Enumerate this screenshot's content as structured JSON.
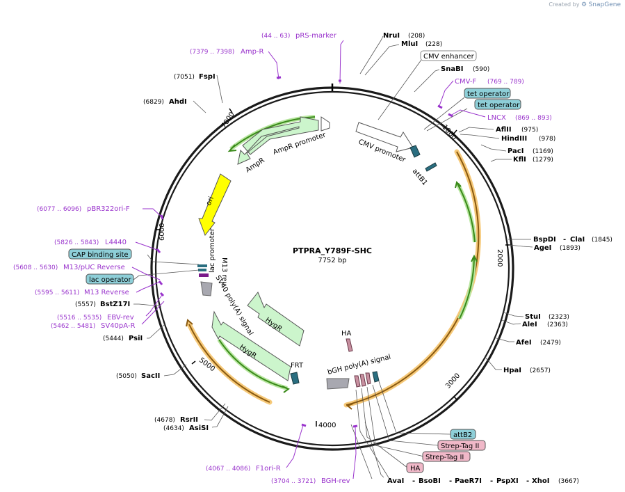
{
  "credit": {
    "prefix": "Created by",
    "brand": "SnapGene",
    "logo_icon": "snapgene-logo-icon"
  },
  "plasmid": {
    "name": "PTPRA_Y789F-SHC",
    "length": "7752 bp"
  },
  "ticks": [
    "1000",
    "2000",
    "3000",
    "4000",
    "5000",
    "6000",
    "7000"
  ],
  "enzymes": {
    "nrui": {
      "name": "NruI",
      "pos": "(208)"
    },
    "mlui": {
      "name": "MluI",
      "pos": "(228)"
    },
    "snabi": {
      "name": "SnaBI",
      "pos": "(590)"
    },
    "aflii": {
      "name": "AflII",
      "pos": "(975)"
    },
    "hindiii": {
      "name": "HindIII",
      "pos": "(978)"
    },
    "paci": {
      "name": "PacI",
      "pos": "(1169)"
    },
    "kfli": {
      "name": "KflI",
      "pos": "(1279)"
    },
    "bspdi": {
      "name": "BspDI",
      "sep": "-",
      "name2": "ClaI",
      "pos": "(1845)"
    },
    "agei": {
      "name": "AgeI",
      "pos": "(1893)"
    },
    "stui": {
      "name": "StuI",
      "pos": "(2323)"
    },
    "alei": {
      "name": "AleI",
      "pos": "(2363)"
    },
    "afei": {
      "name": "AfeI",
      "pos": "(2479)"
    },
    "hpai": {
      "name": "HpaI",
      "pos": "(2657)"
    },
    "bottom": {
      "n1": "AvaI",
      "s1": "-",
      "n2": "BsoBI",
      "s2": "-",
      "n3": "PaeR7I",
      "s3": "-",
      "n4": "PspXI",
      "s4": "-",
      "n5": "XhoI",
      "pos": "(3667)"
    },
    "rsrii": {
      "name": "RsrII",
      "pos": "(4678)"
    },
    "asisi": {
      "name": "AsiSI",
      "pos": "(4634)"
    },
    "sacii": {
      "name": "SacII",
      "pos": "(5050)"
    },
    "psii": {
      "name": "PsiI",
      "pos": "(5444)"
    },
    "bstz17i": {
      "name": "BstZ17I",
      "pos": "(5557)"
    },
    "fspi": {
      "name": "FspI",
      "pos": "(7051)"
    },
    "ahdi": {
      "name": "AhdI",
      "pos": "(6829)"
    }
  },
  "primers": {
    "prs": {
      "pos": "(44 .. 63)",
      "name": "pRS-marker"
    },
    "ampr": {
      "pos": "(7379 .. 7398)",
      "name": "Amp-R"
    },
    "cmvf": {
      "name": "CMV-F",
      "pos": "(769 .. 789)"
    },
    "lncx": {
      "name": "LNCX",
      "pos": "(869 .. 893)"
    },
    "pbr": {
      "pos": "(6077 .. 6096)",
      "name": "pBR322ori-F"
    },
    "l4440": {
      "pos": "(5826 .. 5843)",
      "name": "L4440"
    },
    "m13puc": {
      "pos": "(5608 .. 5630)",
      "name": "M13/pUC Reverse"
    },
    "m13rev": {
      "pos": "(5595 .. 5611)",
      "name": "M13 Reverse"
    },
    "ebv": {
      "pos": "(5516 .. 5535)",
      "name": "EBV-rev"
    },
    "sv40": {
      "pos": "(5462 .. 5481)",
      "name": "SV40pA-R"
    },
    "f1ori": {
      "pos": "(4067 .. 4086)",
      "name": "F1ori-R"
    },
    "bgh": {
      "pos": "(3704 .. 3721)",
      "name": "BGH-rev"
    }
  },
  "boxed": {
    "cmv_enh": "CMV enhancer",
    "tetop1": "tet operator",
    "tetop2": "tet operator",
    "cap": "CAP binding site",
    "lacop": "lac operator",
    "attb2": "attB2",
    "strep1": "Strep-Tag II",
    "strep2": "Strep-Tag II",
    "ha": "HA"
  },
  "features": {
    "cmv_promoter": "CMV promoter",
    "attb1": "attB1",
    "ampr_promoter": "AmpR promoter",
    "ampr": "AmpR",
    "ori": "ori",
    "lac_promoter": "lac promoter",
    "m13rev": "M13 rev",
    "sv40polya": "SV40 poly(A) signal",
    "hygr1": "HygR",
    "hygr2": "HygR",
    "frt": "FRT",
    "ha": "HA",
    "bgh": "bGH poly(A) signal"
  },
  "colors": {
    "backbone": "#1a1a1a",
    "primer": "#9933cc",
    "cds_fill": "#ccf5cc",
    "cds_stroke": "#3a8a3a",
    "ori_fill": "#ffff00",
    "orf_orange": "#f0a030",
    "orf_green": "#3a8a1a",
    "regulatory": "#2a6e80",
    "boxed_blue": "#8ecfd8",
    "boxed_pink": "#f0b8c8"
  }
}
